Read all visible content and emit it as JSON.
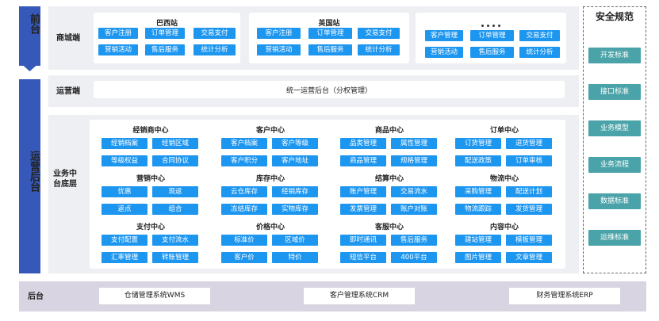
{
  "rail": {
    "front": "前台",
    "middle": "运营后台"
  },
  "layers": {
    "mall": "商城端",
    "ops": "运营端",
    "biz": "业务中台底层",
    "back": "后台"
  },
  "stations": [
    {
      "name": "巴西站",
      "row1": [
        "客户注册",
        "订单管理",
        "交易支付"
      ],
      "row2": [
        "营销活动",
        "售后服务",
        "统计分析"
      ]
    },
    {
      "name": "英国站",
      "row1": [
        "客户注册",
        "订单管理",
        "交易支付"
      ],
      "row2": [
        "营销活动",
        "售后服务",
        "统计分析"
      ]
    },
    {
      "name": "",
      "row1": [
        "客户管理",
        "订单管理",
        "交易支付"
      ],
      "row2": [
        "营销活动",
        "售后服务",
        "统计分析"
      ]
    }
  ],
  "ops_center": "统一运营后台（分权管理）",
  "centers": [
    {
      "name": "经销商中心",
      "items": [
        "经销档案",
        "经销区域",
        "等级权益",
        "合同协议"
      ]
    },
    {
      "name": "客户中心",
      "items": [
        "客户档案",
        "客户等级",
        "客户积分",
        "客户地址"
      ]
    },
    {
      "name": "商品中心",
      "items": [
        "品类管理",
        "属性管理",
        "商品管理",
        "规格管理"
      ]
    },
    {
      "name": "订单中心",
      "items": [
        "订货管理",
        "退货管理",
        "配送政策",
        "订单审核"
      ]
    },
    {
      "name": "营销中心",
      "items": [
        "优惠",
        "现返",
        "返点",
        "组合"
      ]
    },
    {
      "name": "库存中心",
      "items": [
        "云仓库存",
        "经销库存",
        "冻结库存",
        "实物库存"
      ]
    },
    {
      "name": "结算中心",
      "items": [
        "账户管理",
        "交易流水",
        "发票管理",
        "账户对账"
      ]
    },
    {
      "name": "物流中心",
      "items": [
        "采购管理",
        "配送计划",
        "物流跟踪",
        "发货管理"
      ]
    },
    {
      "name": "支付中心",
      "items": [
        "支付配置",
        "支付流水",
        "汇率管理",
        "转账管理"
      ]
    },
    {
      "name": "价格中心",
      "items": [
        "标准价",
        "区域价",
        "客户价",
        "特价"
      ]
    },
    {
      "name": "客服中心",
      "items": [
        "即时通讯",
        "售后服务",
        "短信平台",
        "400平台"
      ]
    },
    {
      "name": "内容中心",
      "items": [
        "建站管理",
        "模板管理",
        "图片管理",
        "文章管理"
      ]
    }
  ],
  "security": {
    "title": "安全规范",
    "items": [
      "开发标准",
      "接口标准",
      "业务模型",
      "业务流程",
      "数据标准",
      "运维标准"
    ]
  },
  "backend": [
    "仓储管理系统WMS",
    "客户管理系统CRM",
    "财务管理系统ERP"
  ],
  "colors": {
    "rail": "#3658b8",
    "button": "#1d96f0",
    "security_button": "#4aa3a8",
    "band": "#eeeff3",
    "backend_band": "#d9d4e1"
  }
}
